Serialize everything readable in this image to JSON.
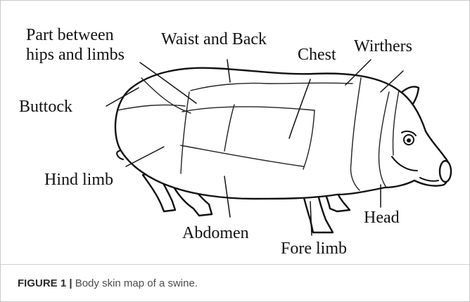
{
  "labels": {
    "part_between_line1": "Part between",
    "part_between_line2": "hips and limbs",
    "waist_back": "Waist and Back",
    "chest": "Chest",
    "wirthers": "Wirthers",
    "buttock": "Buttock",
    "hind_limb": "Hind limb",
    "head": "Head",
    "abdomen": "Abdomen",
    "fore_limb": "Fore limb"
  },
  "caption": {
    "label": "FIGURE 1 |",
    "text": " Body skin map of a swine."
  }
}
